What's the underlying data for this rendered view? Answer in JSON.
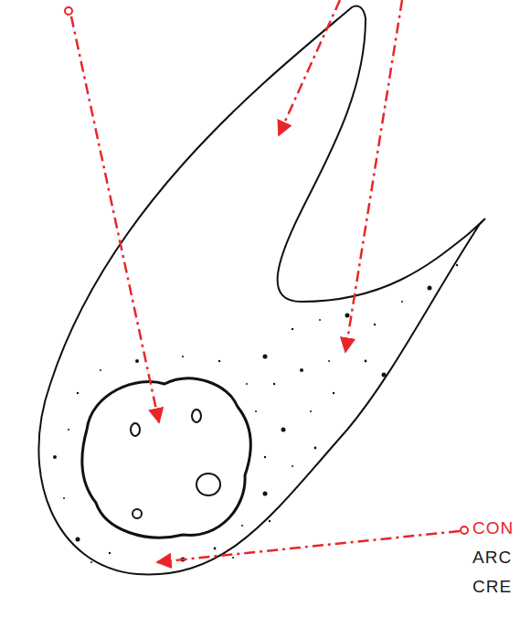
{
  "diagram": {
    "labels": [
      "CON",
      "ARC",
      "CRE"
    ]
  }
}
